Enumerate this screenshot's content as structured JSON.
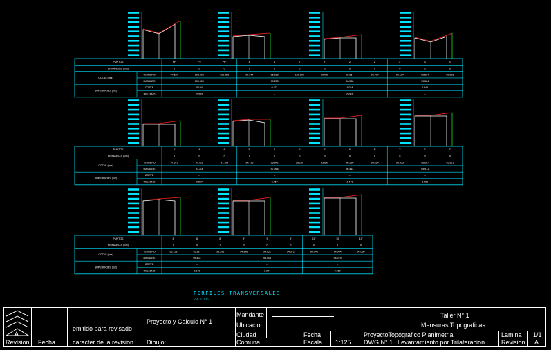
{
  "tables": [
    {
      "rows": {
        "puntos": {
          "label": "PUNTOS",
          "values": [
            "PP",
            "P2",
            "PP'",
            "1'",
            "1",
            "1'",
            "2'",
            "2",
            "2'",
            "3'",
            "3",
            "3'"
          ]
        },
        "distancias": {
          "label": "DISTANCIAS (mts)",
          "values": [
            "0",
            "0",
            "0",
            "0",
            "0",
            "0",
            "0",
            "0",
            "0",
            "0",
            "0",
            "0"
          ]
        },
        "cotas": {
          "label": "COTAS (mts)"
        },
        "terreno": {
          "label": "TERRENO",
          "values": [
            "94.684",
            "103.006",
            "101.056",
            "95.374",
            "96.082",
            "100.000",
            "99.042",
            "98.864",
            "98.777",
            "99.137",
            "99.534",
            "99.093"
          ]
        },
        "rasante": {
          "label": "RASANTE",
          "values": [
            "100.000",
            "99.253",
            "98.558",
            "99.584"
          ]
        },
        "superficies": {
          "label": "SUPERFICIES (m2)"
        },
        "corte": {
          "label": "CORTE",
          "values": [
            "0.134",
            "0.371",
            "1.034",
            "2.346"
          ]
        },
        "relleno": {
          "label": "RELLENO",
          "values": [
            "2.333",
            "--",
            "0.007",
            "--"
          ]
        }
      }
    },
    {
      "rows": {
        "puntos": {
          "label": "PUNTOS",
          "values": [
            "4'",
            "4",
            "4'",
            "5'",
            "5",
            "5'",
            "6'",
            "6",
            "6'",
            "7'",
            "7",
            "7'"
          ]
        },
        "distancias": {
          "label": "DISTANCIAS (mts)",
          "values": [
            "0",
            "0",
            "0",
            "0",
            "0",
            "0",
            "0",
            "0",
            "0",
            "0",
            "0",
            "0"
          ]
        },
        "cotas": {
          "label": "COTAS (mts)"
        },
        "terreno": {
          "label": "TERRENO",
          "values": [
            "97.676",
            "97.716",
            "97.709",
            "96.735",
            "96.842",
            "96.269",
            "95.699",
            "96.236",
            "95.834",
            "96.453",
            "96.667",
            "95.921"
          ]
        },
        "rasante": {
          "label": "RASANTE",
          "values": [
            "97.716",
            "97.066",
            "96.414",
            "95.971"
          ]
        },
        "superficies": {
          "label": "SUPERFICIES (m2)"
        },
        "corte": {
          "label": "CORTE",
          "values": [
            "--",
            "--",
            "--",
            "--"
          ]
        },
        "relleno": {
          "label": "RELLENO",
          "values": [
            "0.867",
            "2.367",
            "1.471",
            "2.486"
          ]
        }
      }
    },
    {
      "rows": {
        "puntos": {
          "label": "PUNTOS",
          "values": [
            "8'",
            "8",
            "8'",
            "9'",
            "9",
            "9'",
            "10'",
            "10",
            "10'"
          ]
        },
        "distancias": {
          "label": "DISTANCIAS (mts)",
          "values": [
            "0",
            "0",
            "0",
            "0",
            "0",
            "0",
            "0",
            "0",
            "0"
          ]
        },
        "cotas": {
          "label": "COTAS (mts)"
        },
        "terreno": {
          "label": "TERRENO",
          "values": [
            "95.128",
            "95.387",
            "95.296",
            "94.346",
            "94.622",
            "94.572",
            "94.043",
            "94.044",
            "94.036"
          ]
        },
        "rasante": {
          "label": "RASANTE",
          "values": [
            "95.403",
            "94.903",
            "94.079"
          ]
        },
        "superficies": {
          "label": "SUPERFICIES (m2)"
        },
        "corte": {
          "label": "CORTE",
          "values": [
            "--",
            "--",
            "--"
          ]
        },
        "relleno": {
          "label": "RELLENO",
          "values": [
            "0.170",
            "1.024",
            "0.010"
          ]
        }
      }
    }
  ],
  "footer": {
    "title": "PERFILES TRANSVERSALES",
    "subtitle": "ESC 1:125"
  },
  "titleblock": {
    "rev_letter": "A",
    "emitido": "emitido para revisado",
    "proyecto": "Proyecto y Calculo N° 1",
    "mandante": "Mandante",
    "ubicacion": "Ubicacion",
    "ciudad": "Ciudad",
    "comuna": "Comuna",
    "fecha_label": "Fecha",
    "escala_label": "Escala",
    "escala_value": "1:125",
    "taller": "Taller N° 1",
    "mensuras": "Mensuras Topograficas",
    "proyecto_topo": "ProyectoTopografico Planimetria",
    "lamina_label": "Lamina",
    "lamina_value": "1/1",
    "dwg": "DWG N° 1",
    "levantamiento": "Levantamiento por Trilateracion",
    "revision_label2": "Revision",
    "revision_value": "A",
    "revision": "Revision",
    "fecha": "Fecha",
    "caracter": "caracter de la revision",
    "dibujo": "Dibujo:"
  },
  "colors": {
    "cyan": "#00e5ff",
    "green": "#22dd22",
    "red": "#ff2020",
    "white": "#ffffff",
    "background": "#000000"
  }
}
